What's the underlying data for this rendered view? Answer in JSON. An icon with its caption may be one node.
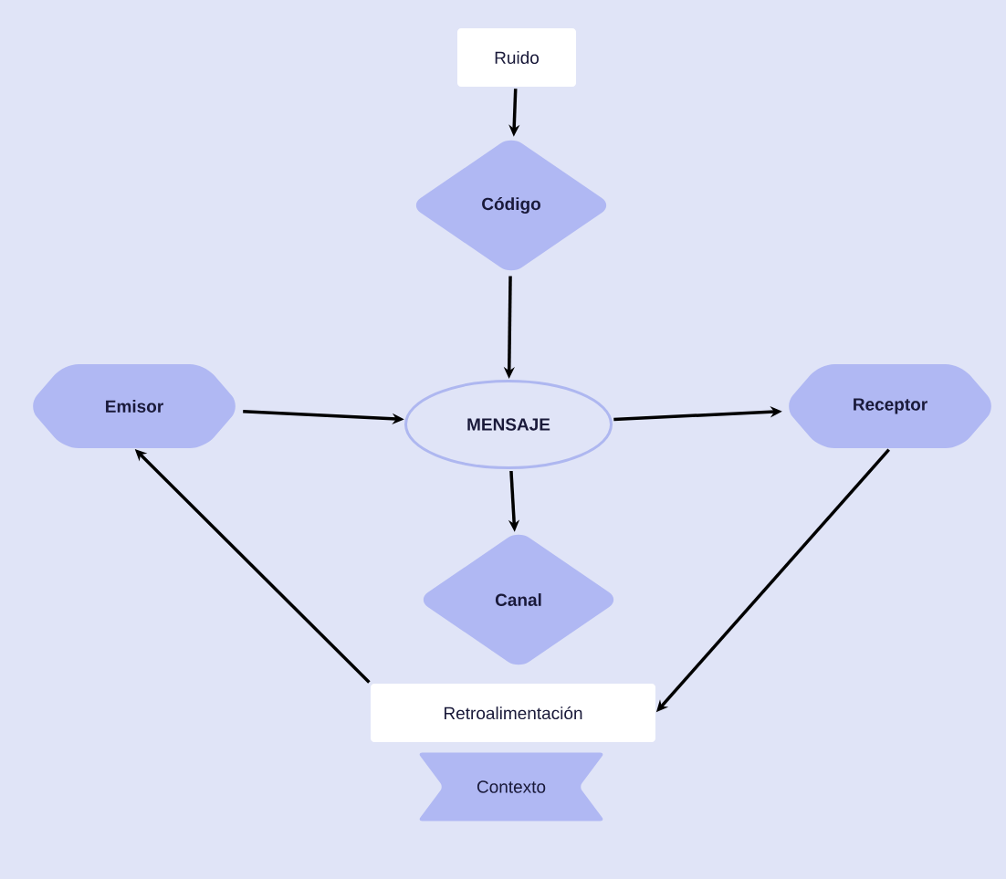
{
  "diagram": {
    "nodes": [
      {
        "text": [
          "Ruido"
        ]
      },
      {
        "text": [
          "Código"
        ]
      },
      {
        "text": [
          "Emisor"
        ]
      },
      {
        "text": [
          "MENSAJE"
        ]
      },
      {
        "text": [
          "Receptor"
        ]
      },
      {
        "text": [
          "Canal"
        ]
      },
      {
        "text": [
          "Retroalimentación"
        ]
      },
      {
        "text": [
          "Contexto"
        ]
      }
    ],
    "edges": [
      {
        "from": 0,
        "to": 1,
        "arrow": "to"
      },
      {
        "from": 1,
        "to": 3,
        "arrow": "to"
      },
      {
        "from": 2,
        "to": 3,
        "arrow": "to"
      },
      {
        "from": 3,
        "to": 4,
        "arrow": "to"
      },
      {
        "from": 3,
        "to": 5,
        "arrow": "to"
      },
      {
        "from": 4,
        "to": 6,
        "arrow": "to"
      },
      {
        "from": 6,
        "to": 2,
        "arrow": "to"
      }
    ]
  }
}
